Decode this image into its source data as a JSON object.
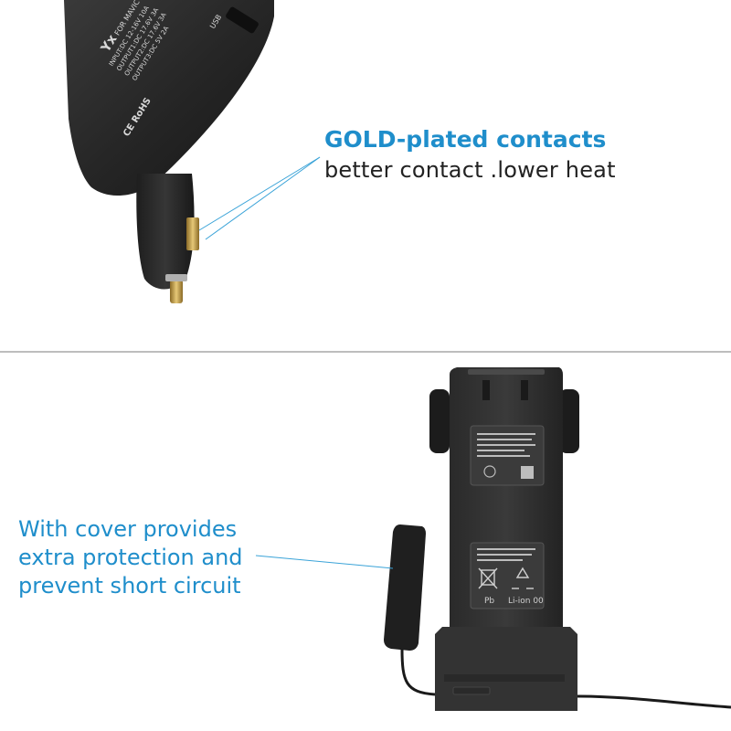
{
  "top": {
    "heading": "GOLD-plated contacts",
    "subheading": "better contact .lower heat",
    "product_label": {
      "brand": "Yx",
      "model": "FOR MAVIC",
      "input": "INPUT:DC 12-16V 10A",
      "output1": "OUTPUT1:DC 17.6V 3A",
      "output2": "OUTPUT2:DC 17.6V 3A",
      "output3": "OUTPUT3:DC 5V 2A",
      "usb": "USB",
      "certs": "CE RoHS"
    }
  },
  "bottom": {
    "caption_lines": [
      "With cover provides",
      "extra protection and",
      "prevent short circuit"
    ],
    "battery_label": {
      "recycle": "Li-ion 00",
      "lead": "Pb"
    }
  },
  "colors": {
    "accent": "#1f8ecb",
    "text": "#222222",
    "divider": "#bdbdbd",
    "device": "#2a2a2a",
    "gold": "#c9a24a"
  }
}
